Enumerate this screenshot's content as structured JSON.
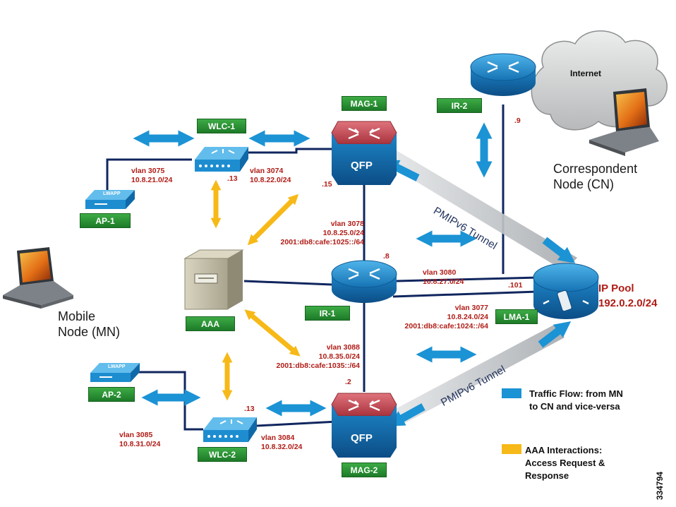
{
  "colors": {
    "flow": "#1b93d4",
    "aaa": "#f7b918",
    "tag": "#2d9a39",
    "link": "#10265e",
    "note": "#b01c16"
  },
  "nodes": {
    "wlc1": "WLC-1",
    "wlc2": "WLC-2",
    "ap1": "AP-1",
    "ap2": "AP-2",
    "mag1": "MAG-1",
    "mag2": "MAG-2",
    "ir1": "IR-1",
    "ir2": "IR-2",
    "lma1": "LMA-1",
    "aaa": "AAA",
    "qfp": "QFP",
    "ap_brand": "LWAPP",
    "internet": "Internet"
  },
  "notes": {
    "vlan3075": "vlan 3075",
    "net3075": "10.8.21.0/24",
    "vlan3074": "vlan 3074",
    "net3074": "10.8.22.0/24",
    "vlan3078": "vlan 3078",
    "net3078": "10.8.25.0/24",
    "v6_3078": "2001:db8:cafe:1025::/64",
    "vlan3080": "vlan 3080",
    "net3080": "10.8.27.0/24",
    "vlan3077": "vlan 3077",
    "net3077": "10.8.24.0/24",
    "v6_3077": "2001:db8:cafe:1024::/64",
    "vlan3088": "vlan 3088",
    "net3088": "10.8.35.0/24",
    "v6_3088": "2001:db8:cafe:1035::/64",
    "vlan3085": "vlan 3085",
    "net3085": "10.8.31.0/24",
    "vlan3084": "vlan 3084",
    "net3084": "10.8.32.0/24",
    "h13a": ".13",
    "h15": ".15",
    "h8": ".8",
    "h9": ".9",
    "h101": ".101",
    "h2": ".2",
    "h13b": ".13"
  },
  "labels": {
    "cn_line1": "Correspondent",
    "cn_line2": "Node (CN)",
    "mn_line1": "Mobile",
    "mn_line2": "Node (MN)",
    "ippool_line1": "IP Pool",
    "ippool_line2": "192.0.2.0/24",
    "tunnel1": "PMIPv6 Tunnel",
    "tunnel2": "PMIPv6 Tunnel",
    "figure_id": "334794"
  },
  "legend": {
    "flow_line1": "Traffic Flow: from MN",
    "flow_line2": "to CN and vice-versa",
    "aaa_line1": "AAA Interactions:",
    "aaa_line2": "Access Request &",
    "aaa_line3": "Response"
  }
}
